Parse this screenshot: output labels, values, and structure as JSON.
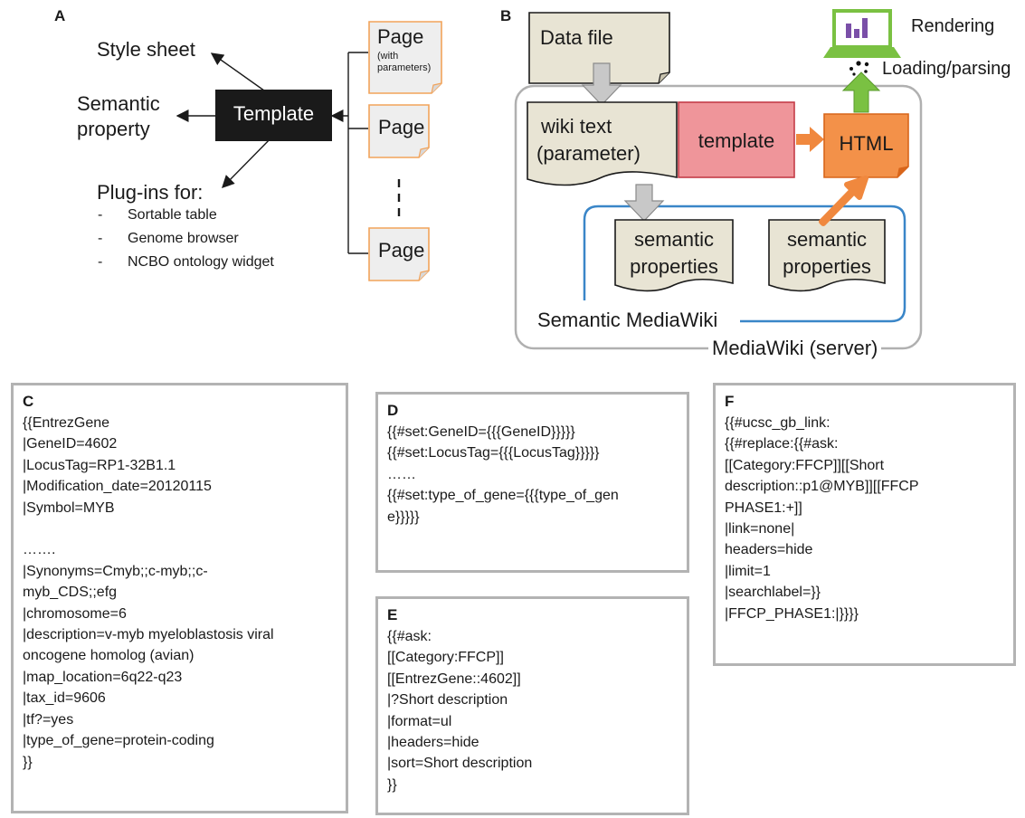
{
  "panel_a": {
    "letter": "A",
    "template": "Template",
    "style_sheet": "Style sheet",
    "semantic_property_line1": "Semantic",
    "semantic_property_line2": "property",
    "plugins_title": "Plug-ins for:",
    "plugins": [
      "-",
      "Sortable table",
      "-",
      "Genome browser",
      "-",
      "NCBO ontology widget"
    ],
    "page_label": "Page",
    "page_with_line1": "(with",
    "page_with_line2": "parameters)"
  },
  "panel_b": {
    "letter": "B",
    "data_file": "Data file",
    "wiki_text_line1": "wiki text",
    "wiki_text_line2": "(parameter)",
    "template": "template",
    "html": "HTML",
    "semantic_line1": "semantic",
    "semantic_line2": "properties",
    "semantic_mediawiki": "Semantic MediaWiki",
    "mediawiki_server": "MediaWiki (server)",
    "rendering": "Rendering",
    "loading_parsing": "Loading/parsing"
  },
  "panel_c": {
    "letter": "C",
    "code": "{{EntrezGene\n|GeneID=4602\n|LocusTag=RP1-32B1.1\n|Modification_date=20120115\n|Symbol=MYB\n\n…….\n|Synonyms=Cmyb;;c-myb;;c-\nmyb_CDS;;efg\n|chromosome=6\n|description=v-myb myeloblastosis viral\noncogene homolog (avian)\n|map_location=6q22-q23\n|tax_id=9606\n|tf?=yes\n|type_of_gene=protein-coding\n}}"
  },
  "panel_d": {
    "letter": "D",
    "code": "{{#set:GeneID={{{GeneID}}}}}\n{{#set:LocusTag={{{LocusTag}}}}}\n……\n{{#set:type_of_gene={{{type_of_gen\ne}}}}}"
  },
  "panel_e": {
    "letter": "E",
    "code": "{{#ask:\n[[Category:FFCP]]\n[[EntrezGene::4602]]\n|?Short description\n|format=ul\n|headers=hide\n|sort=Short description\n}}"
  },
  "panel_f": {
    "letter": "F",
    "code": "{{#ucsc_gb_link:\n{{#replace:{{#ask:\n[[Category:FFCP]][[Short\ndescription::p1@MYB]][[FFCP\nPHASE1:+]]\n|link=none|\nheaders=hide\n|limit=1\n|searchlabel=}}\n|FFCP_PHASE1:|}}}}"
  },
  "colors": {
    "doc_fill": "#e8e4d4",
    "template_fill": "#ef959a",
    "html_fill": "#f39149",
    "orange_arrow": "#f0883e",
    "smw_line": "#3a86c8",
    "server_border": "#b0b0b0",
    "laptop_green": "#7ac142",
    "page_border": "#f2a35a"
  }
}
